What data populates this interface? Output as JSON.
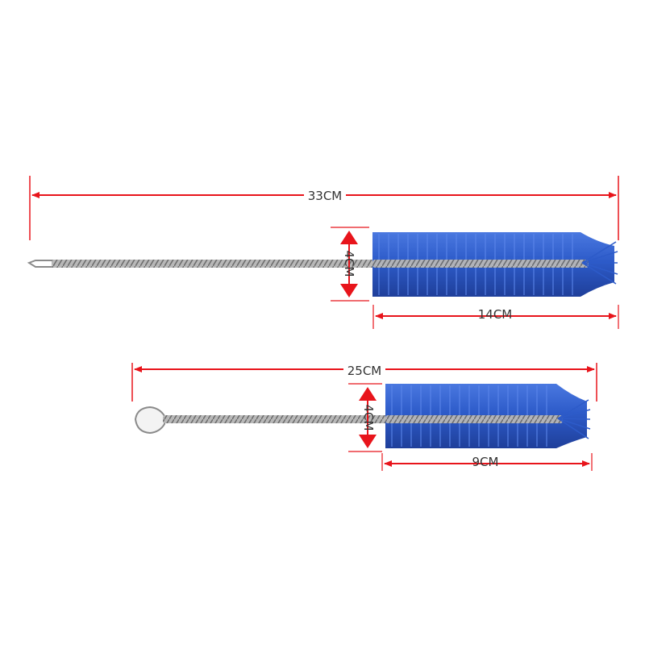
{
  "colors": {
    "dimension_line": "#e8141b",
    "bristle": "#2d5bc9",
    "bristle_dark": "#1f3f9a",
    "wire": "#9a9a9a",
    "background": "#ffffff"
  },
  "brushes": [
    {
      "name": "long-brush",
      "overall_length": "33CM",
      "head_length": "14CM",
      "diameter": "4CM"
    },
    {
      "name": "short-brush",
      "overall_length": "25CM",
      "head_length": "9CM",
      "diameter": "4CM"
    }
  ]
}
